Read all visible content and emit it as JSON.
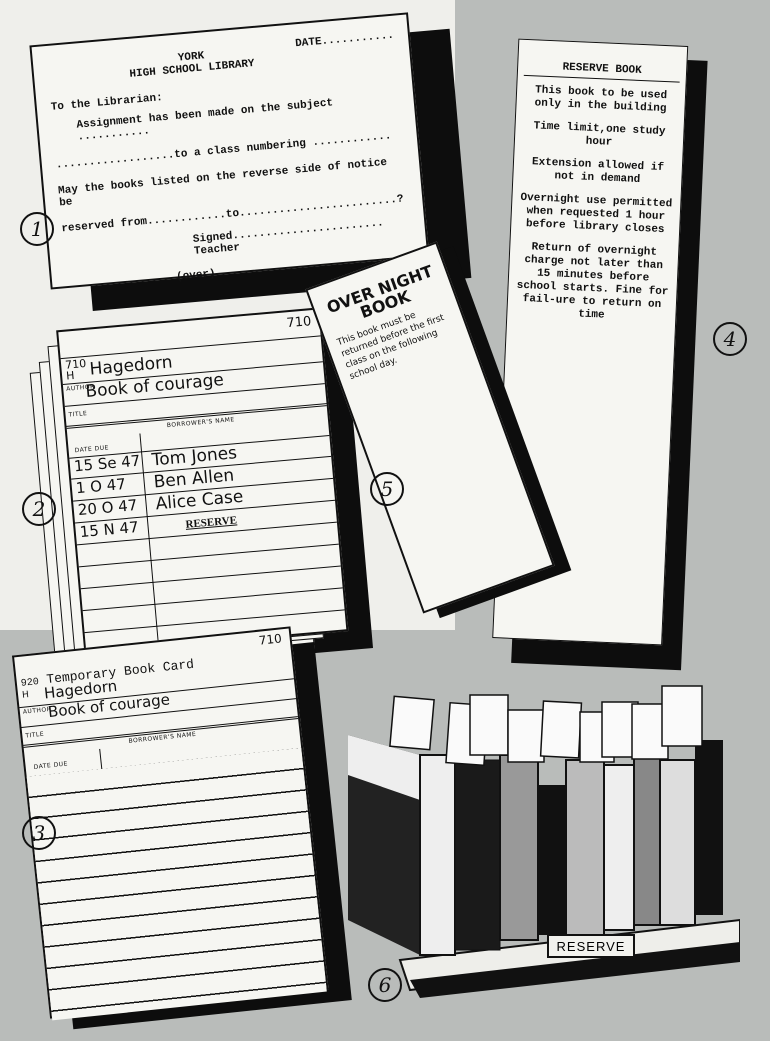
{
  "card1": {
    "number": "1",
    "school": "YORK",
    "library": "HIGH SCHOOL LIBRARY",
    "date": "DATE...........",
    "lines": [
      "To the Librarian:",
      "Assignment has been made on the subject ...........",
      "..................to a class numbering ............",
      "May the books listed on the reverse side of notice be",
      "reserved from............to........................?"
    ],
    "signed": "Signed.......................",
    "teacher": "Teacher",
    "over": "(over)"
  },
  "card4": {
    "number": "4",
    "title": "RESERVE  BOOK",
    "paragraphs": [
      "This book to be used only in the building",
      "Time limit,one study hour",
      "Extension allowed if not in demand",
      "Overnight use permitted when requested 1 hour before library closes",
      "Return of overnight charge not later than 15 minutes before school starts. Fine for fail-ure to return on time"
    ]
  },
  "card5": {
    "number": "5",
    "title": "OVER NIGHT BOOK",
    "text": "This book must be returned before the first class on the following school day."
  },
  "card2": {
    "number": "2",
    "call_top": "710",
    "call": "710",
    "call_h": "H",
    "author": "Hagedorn",
    "author_label": "AUTHOR",
    "title": "Book of courage",
    "title_label": "TITLE",
    "date_due_label": "DATE DUE",
    "borrower_label": "BORROWER'S NAME",
    "rows": [
      {
        "date": "15 Se 47",
        "name": "Tom Jones"
      },
      {
        "date": "1 O 47",
        "name": "Ben Allen"
      },
      {
        "date": "20 O 47",
        "name": "Alice Case"
      },
      {
        "date": "15 N 47",
        "name": "RESERVE"
      }
    ]
  },
  "card3": {
    "number": "3",
    "call_top": "710",
    "call": "920",
    "heading": "Temporary Book Card",
    "call_h": "H",
    "author": "Hagedorn",
    "author_label": "AUTHOR",
    "title": "Book of courage",
    "title_label": "TITLE",
    "date_due_label": "DATE DUE",
    "borrower_label": "BORROWER'S NAME"
  },
  "shelf": {
    "number": "6",
    "label": "RESERVE"
  }
}
